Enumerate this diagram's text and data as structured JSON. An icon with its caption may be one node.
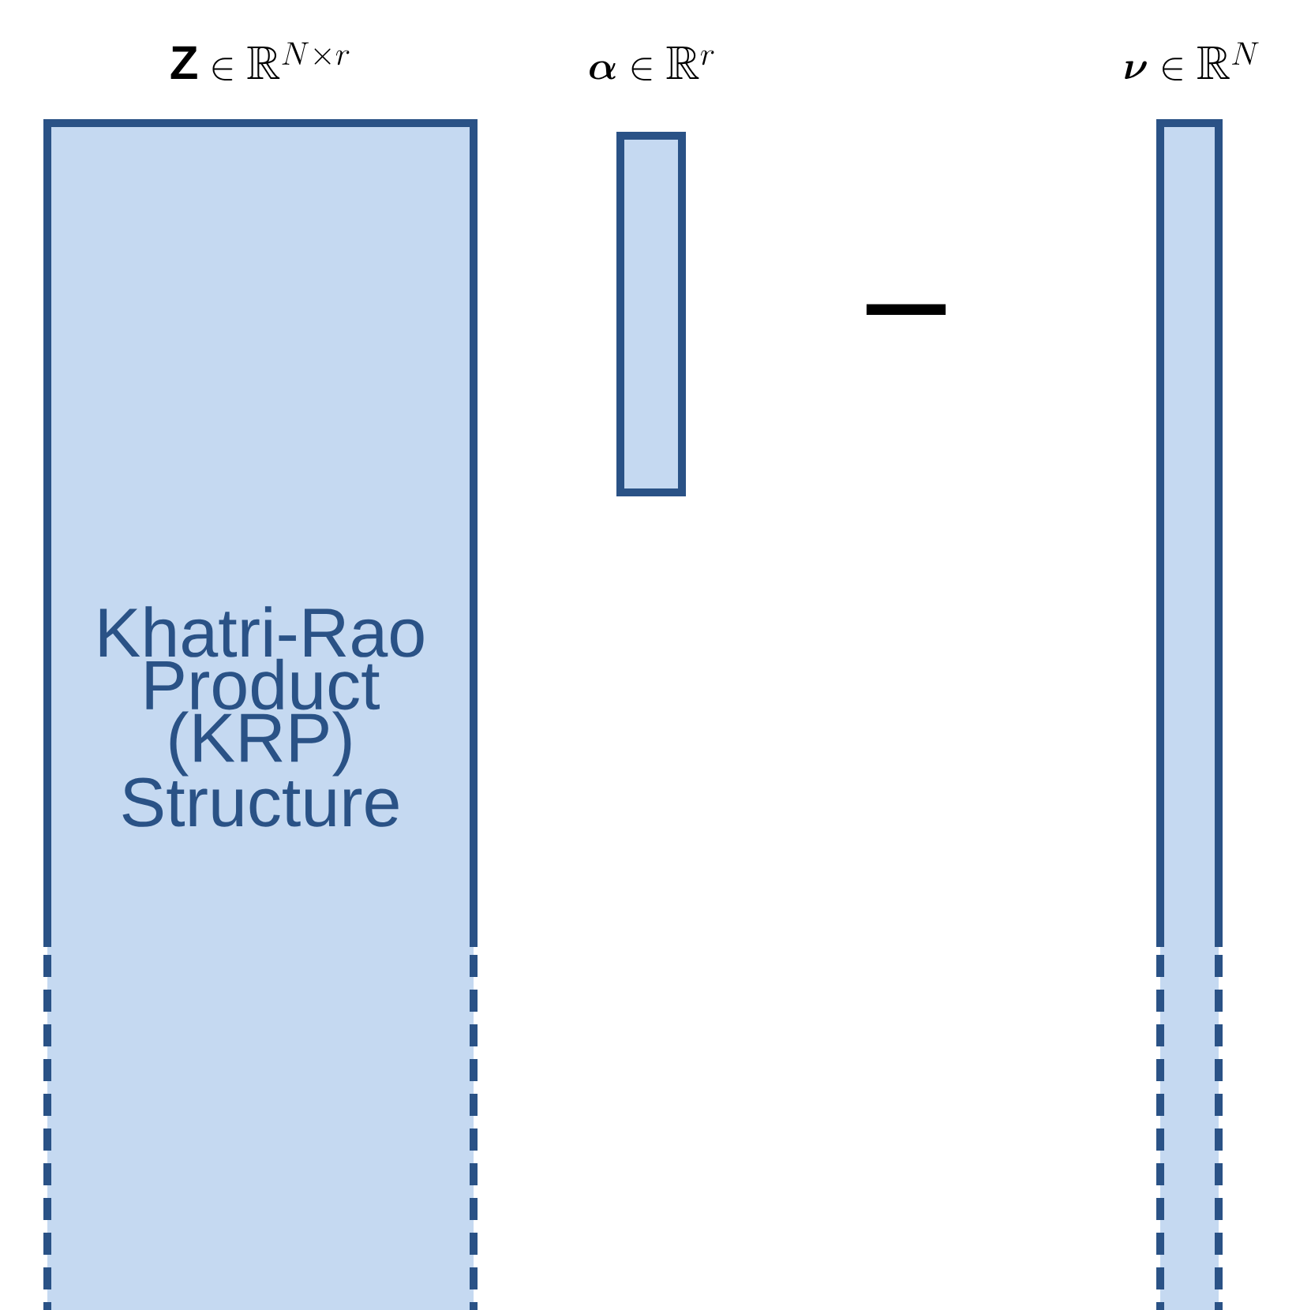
{
  "diagram": {
    "nodes": [
      {
        "text": [
          "\\mathbf{Z} \\in \\mathbb{R}^{N \\times r}",
          "Khatri-Rao Product (KRP) Structure"
        ]
      },
      {
        "text": [
          "\\boldsymbol{\\alpha} \\in \\mathbb{R}^{r}"
        ]
      },
      {
        "text": [
          "\\boldsymbol{\\nu} \\in \\mathbb{R}^{N}"
        ]
      }
    ],
    "labels": [
      "−"
    ]
  }
}
